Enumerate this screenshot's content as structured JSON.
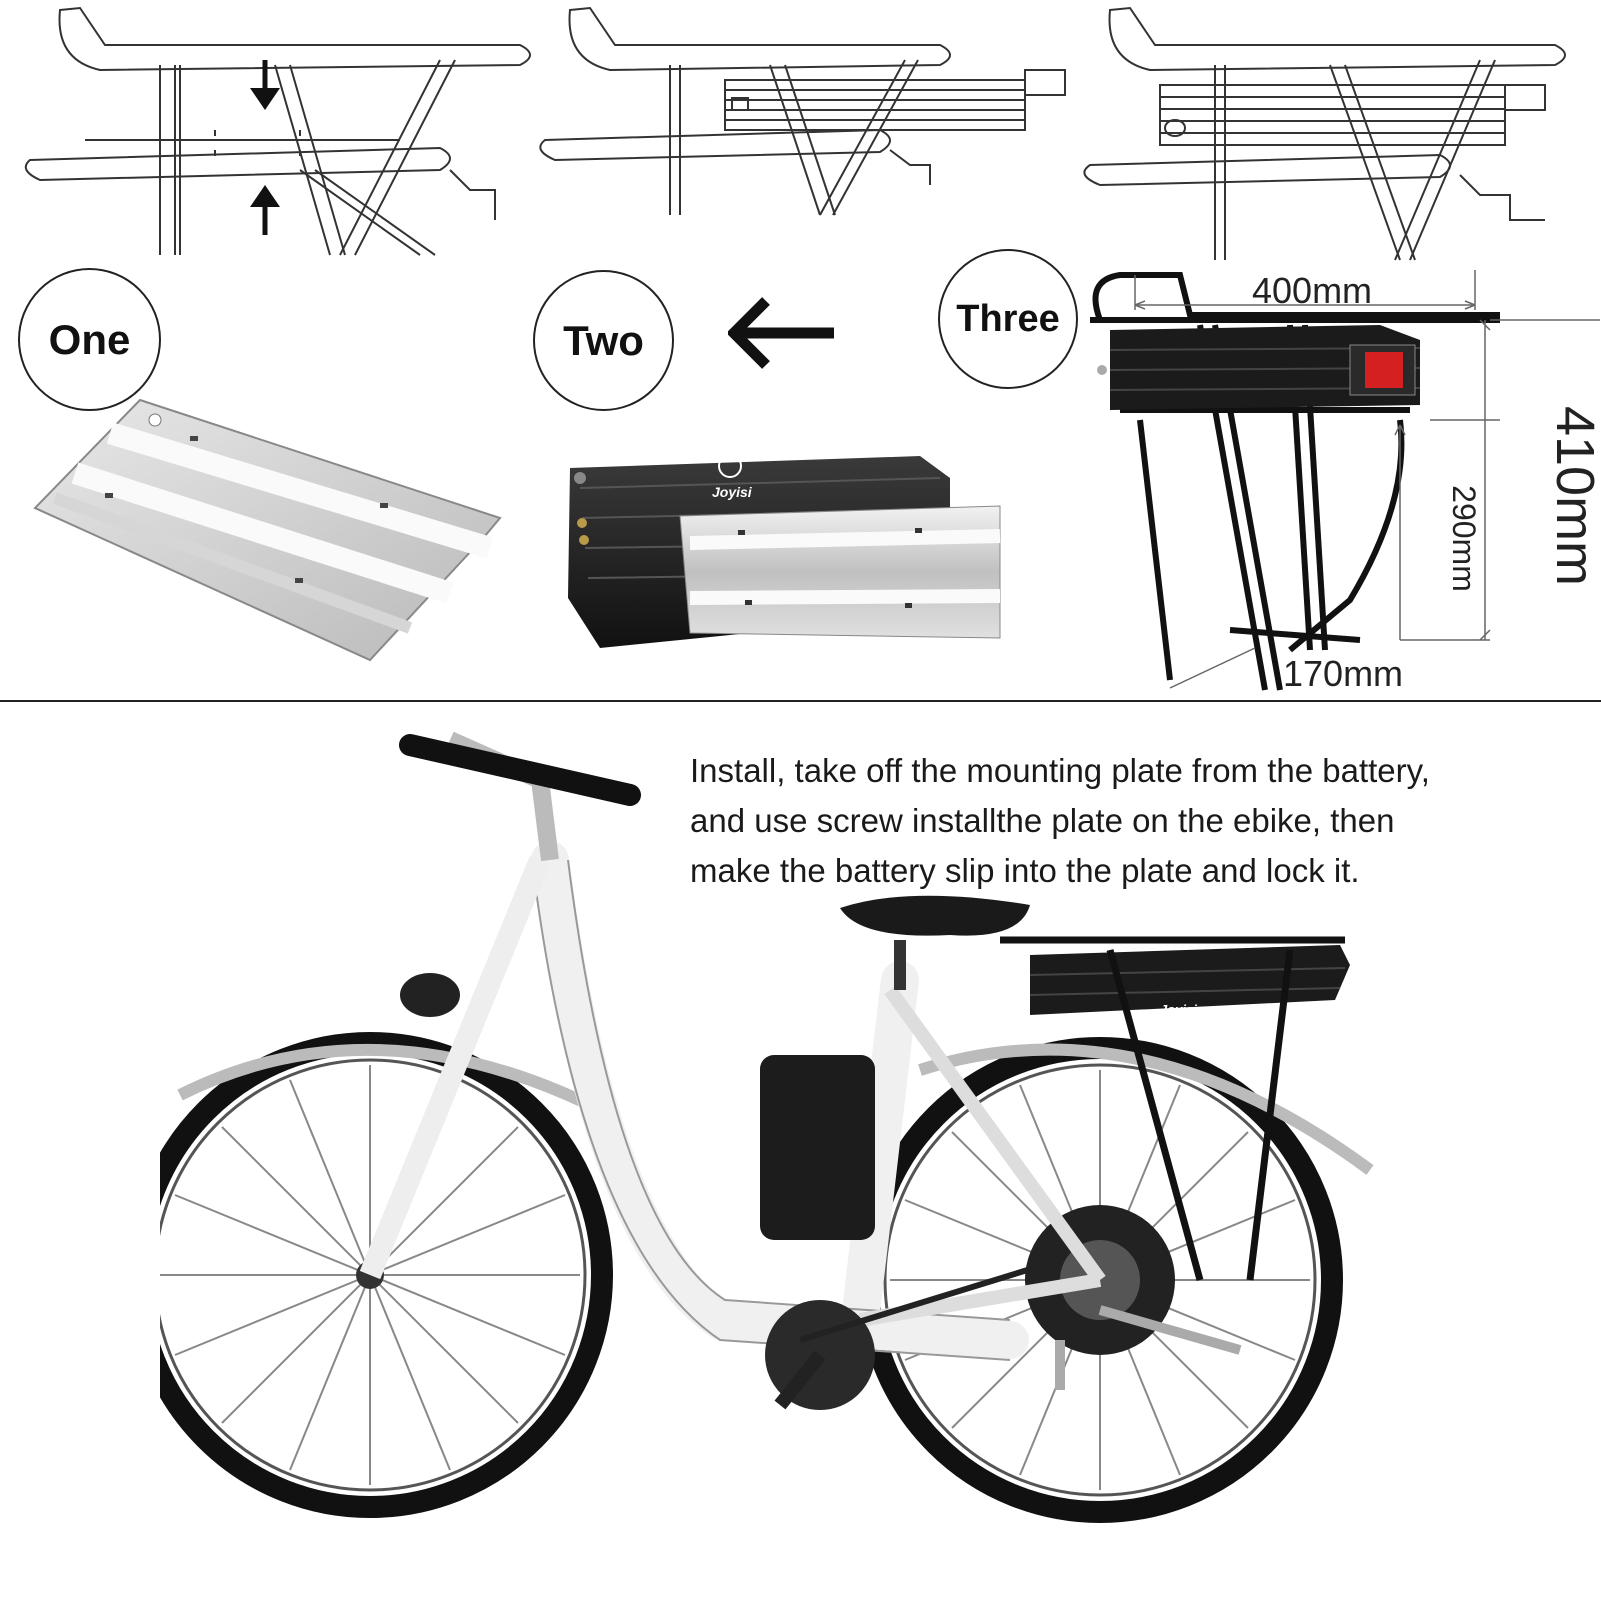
{
  "steps": [
    {
      "label": "One"
    },
    {
      "label": "Two"
    },
    {
      "label": "Three"
    }
  ],
  "brand": "Joyisi",
  "dimensions": {
    "length": "400mm",
    "height_total": "410mm",
    "height_rack": "290mm",
    "width": "170mm"
  },
  "instructions": [
    "Install, take off the mounting plate from the battery,",
    "and use screw installthe plate on the ebike, then",
    "make the battery slip into the plate and lock it."
  ],
  "colors": {
    "battery": "#1d1d1d",
    "plate": "#c9c9c9",
    "frame": "#f2f2f2",
    "tail_light": "#d42020",
    "line_art": "#333333"
  },
  "icons": [
    "arrow-left-icon",
    "arrow-down-icon",
    "arrow-up-icon"
  ]
}
